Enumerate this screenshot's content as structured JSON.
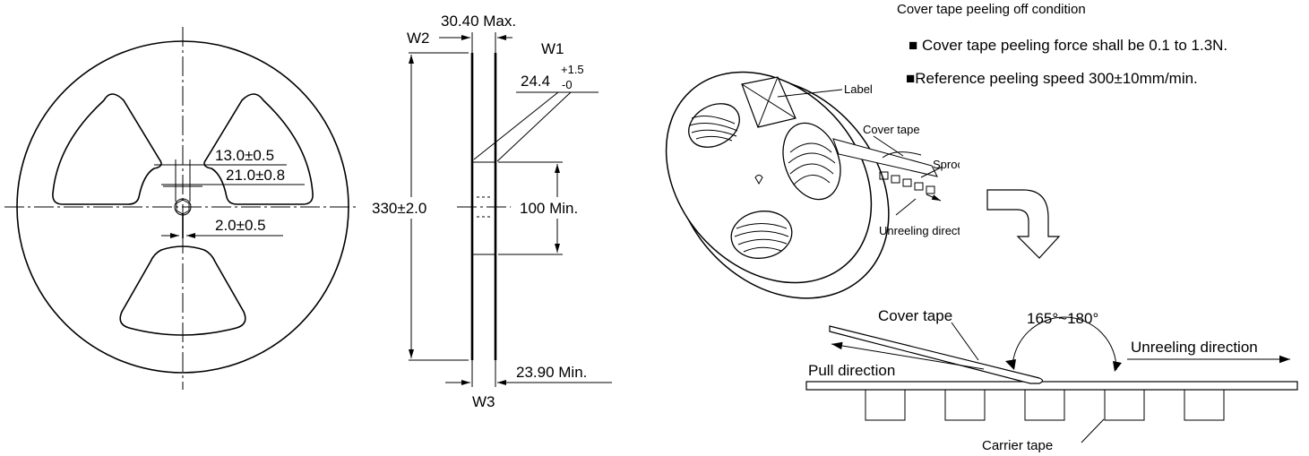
{
  "front_view": {
    "dim_hub_width": "13.0±0.5",
    "dim_hub_diameter": "21.0±0.8",
    "dim_slot": "2.0±0.5"
  },
  "side_view": {
    "w2_label": "W2",
    "w2_value": "30.40 Max.",
    "w1_label": "W1",
    "w1_value": "24.4",
    "w1_tol_plus": "+1.5",
    "w1_tol_minus": "-0",
    "diameter": "330±2.0",
    "hub": "100 Min.",
    "w3_label": "W3",
    "w3_value": "23.90 Min."
  },
  "reel_illustration": {
    "label": "Label",
    "cover_tape": "Cover tape",
    "sprocket": "Sprocke",
    "unreeling": "Unreeling direct"
  },
  "notes": {
    "title": "Cover tape peeling off condition",
    "items": [
      "■ Cover tape peeling force shall be 0.1 to 1.3N.",
      "■Reference peeling speed 300±10mm/min."
    ]
  },
  "peel_diagram": {
    "cover_tape": "Cover tape",
    "angle": "165°~180°",
    "unreeling": "Unreeling direction",
    "pull": "Pull direction",
    "carrier": "Carrier tape"
  }
}
